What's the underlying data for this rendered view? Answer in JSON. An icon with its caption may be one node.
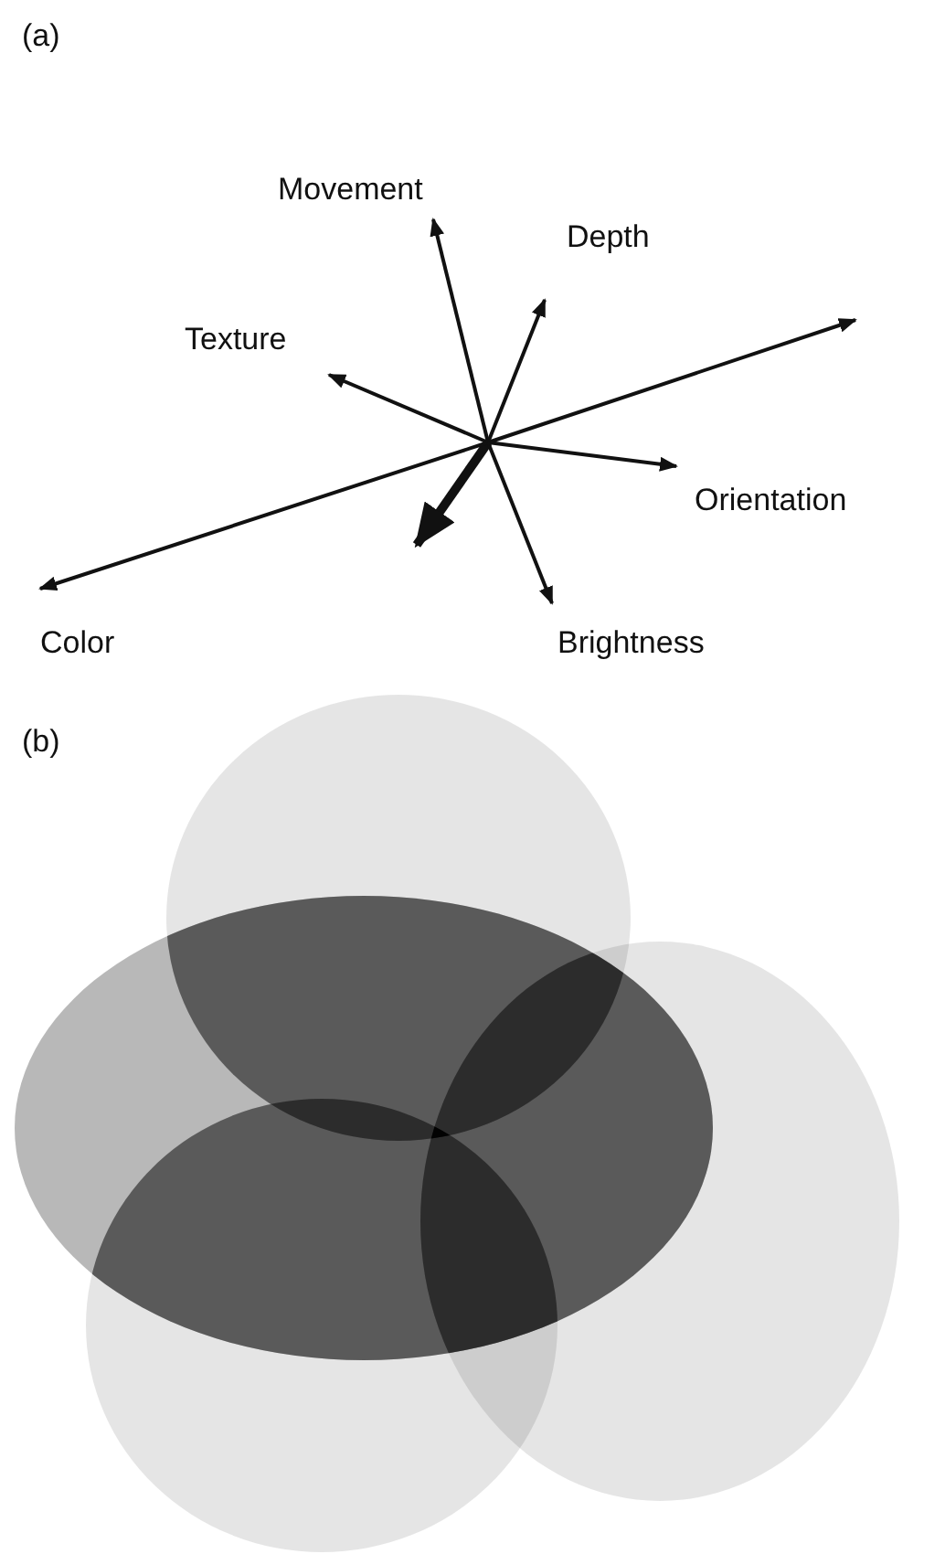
{
  "diagram": {
    "nodes": [
      {
        "text": [
          "Movement"
        ]
      },
      {
        "text": [
          "Depth"
        ]
      },
      {
        "text": [
          "Texture"
        ]
      },
      {
        "text": [
          "Orientation"
        ]
      },
      {
        "text": [
          "Color"
        ]
      },
      {
        "text": [
          "Brightness"
        ]
      }
    ],
    "edges": [
      {
        "from": null,
        "to": 0,
        "arrow": "to"
      },
      {
        "from": null,
        "to": 1,
        "arrow": "to"
      },
      {
        "from": null,
        "to": 2,
        "arrow": "to"
      },
      {
        "from": null,
        "to": 3,
        "arrow": "to"
      },
      {
        "from": null,
        "to": 4,
        "arrow": "to"
      },
      {
        "from": null,
        "to": 5,
        "arrow": "to"
      }
    ],
    "labels": [
      "(a)",
      "(b)"
    ]
  }
}
